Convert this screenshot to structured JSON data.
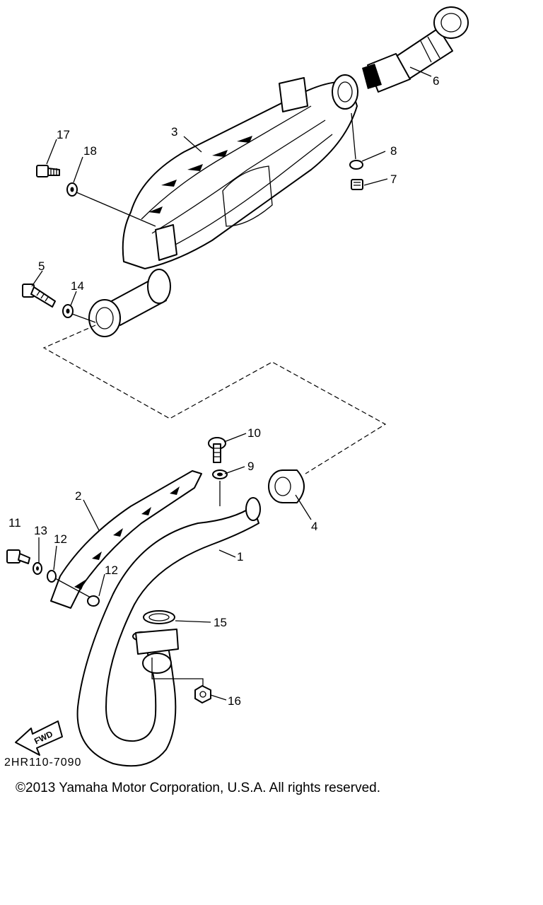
{
  "callouts": [
    {
      "id": "p1",
      "text": "1"
    },
    {
      "id": "p2",
      "text": "2"
    },
    {
      "id": "p3",
      "text": "3"
    },
    {
      "id": "p4",
      "text": "4"
    },
    {
      "id": "p5",
      "text": "5"
    },
    {
      "id": "p6",
      "text": "6"
    },
    {
      "id": "p7",
      "text": "7"
    },
    {
      "id": "p8",
      "text": "8"
    },
    {
      "id": "p9",
      "text": "9"
    },
    {
      "id": "p10",
      "text": "10"
    },
    {
      "id": "p11",
      "text": "11"
    },
    {
      "id": "p12a",
      "text": "12"
    },
    {
      "id": "p12b",
      "text": "12"
    },
    {
      "id": "p13",
      "text": "13"
    },
    {
      "id": "p14",
      "text": "14"
    },
    {
      "id": "p15",
      "text": "15"
    },
    {
      "id": "p16",
      "text": "16"
    },
    {
      "id": "p17",
      "text": "17"
    },
    {
      "id": "p18",
      "text": "18"
    }
  ],
  "fwd_label": "FWD",
  "diagram_code": "2HR110-7090",
  "copyright": "©2013 Yamaha Motor Corporation, U.S.A. All rights reserved."
}
